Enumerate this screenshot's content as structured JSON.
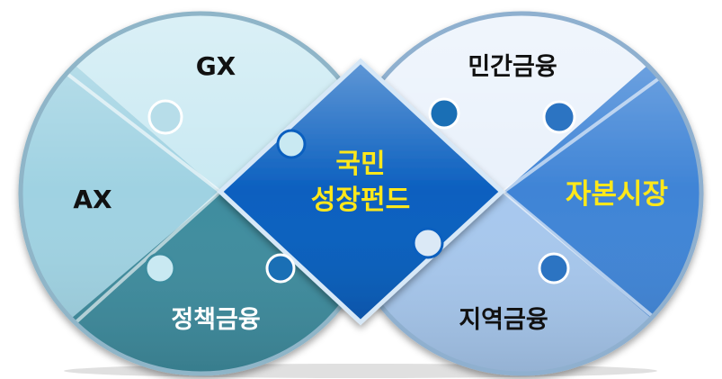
{
  "segments": {
    "gx": "GX",
    "ax": "AX",
    "policy_finance": "정책금융",
    "private_finance": "민간금융",
    "capital_market": "자본시장",
    "regional_finance": "지역금융",
    "center_line1": "국민",
    "center_line2": "성장펀드"
  },
  "colors": {
    "gx": "#c9e9f2",
    "ax": "#9fd2e2",
    "policy_finance": "#3e8c9e",
    "private_finance": "#e9f1fb",
    "capital_market": "#3f84d6",
    "regional_finance": "#a7c8ee",
    "center": "#0a5fbf",
    "highlight_text": "#ffe81a",
    "dark_text": "#111111",
    "light_text": "#ffffff"
  }
}
